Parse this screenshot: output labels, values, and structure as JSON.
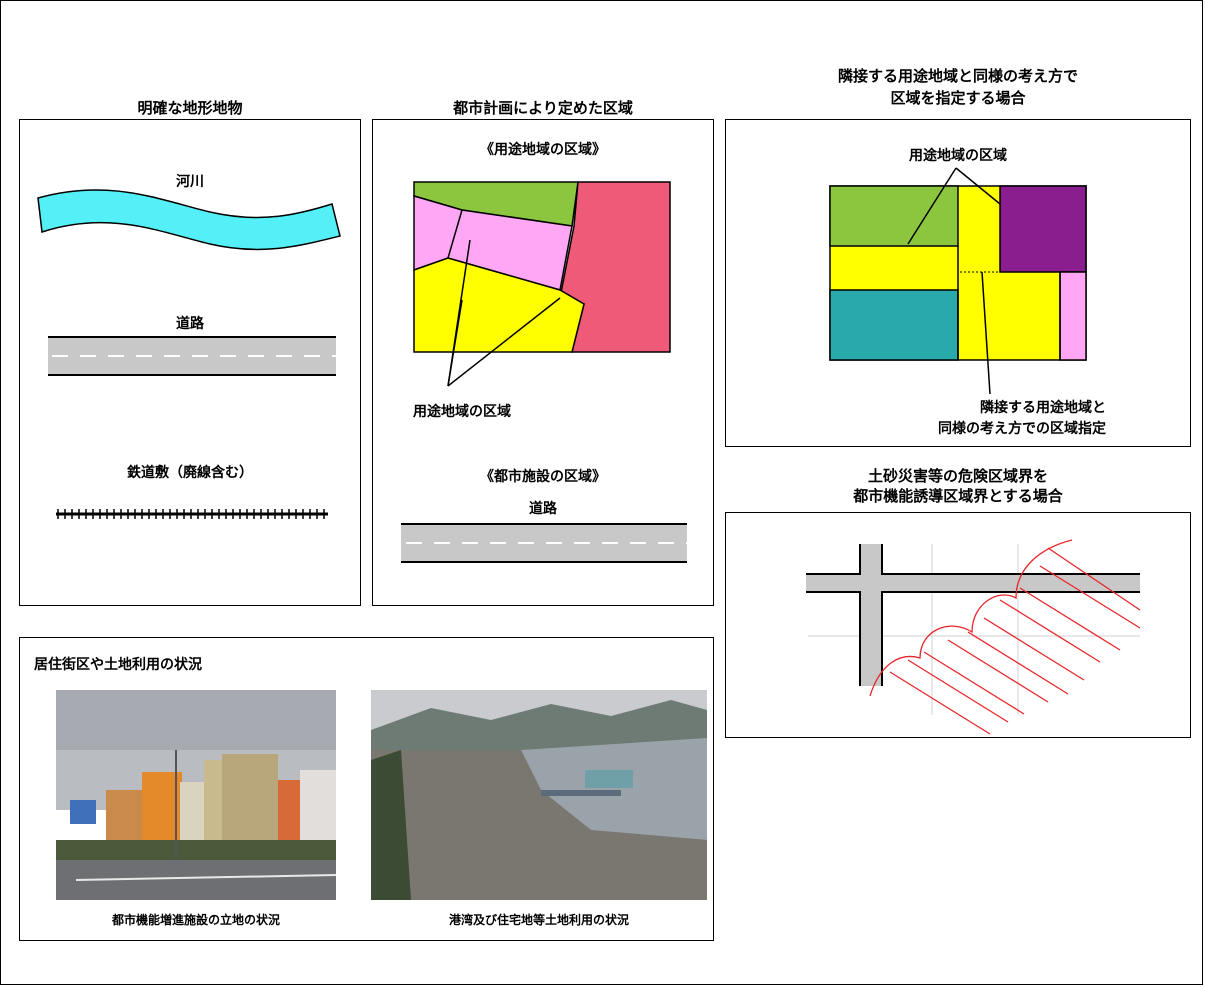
{
  "col1": {
    "heading": "明確な地形地物",
    "river_label": "河川",
    "road_label": "道路",
    "railway_label": "鉄道敷（廃線含む）"
  },
  "col2": {
    "heading": "都市計画により定めた区域",
    "zone_title": "《用途地域の区域》",
    "zone_pointer_label": "用途地域の区域",
    "facility_title": "《都市施設の区域》",
    "facility_road_label": "道路"
  },
  "col3": {
    "heading_line1": "隣接する用途地域と同様の考え方で",
    "heading_line2": "区域を指定する場合",
    "zone_label": "用途地域の区域",
    "adjacent_line1": "隣接する用途地域と",
    "adjacent_line2": "同様の考え方での区域指定"
  },
  "hazard": {
    "heading_line1": "土砂災害等の危険区域界を",
    "heading_line2": "都市機能誘導区域界とする場合"
  },
  "photos": {
    "title": "居住街区や土地利用の状況",
    "left_caption": "都市機能増進施設の立地の状況",
    "right_caption": "港湾及び住宅地等土地利用の状況"
  },
  "colors": {
    "river": "#55f0f7",
    "road": "#c8c8c8",
    "green_zone": "#8cc63e",
    "pink_zone": "#ffa6f5",
    "yellow_zone": "#ffff00",
    "red_zone": "#ee5a78",
    "purple_zone": "#8b1e8e",
    "teal_zone": "#2aa9aa",
    "hazard_lines": "#e8252a"
  }
}
